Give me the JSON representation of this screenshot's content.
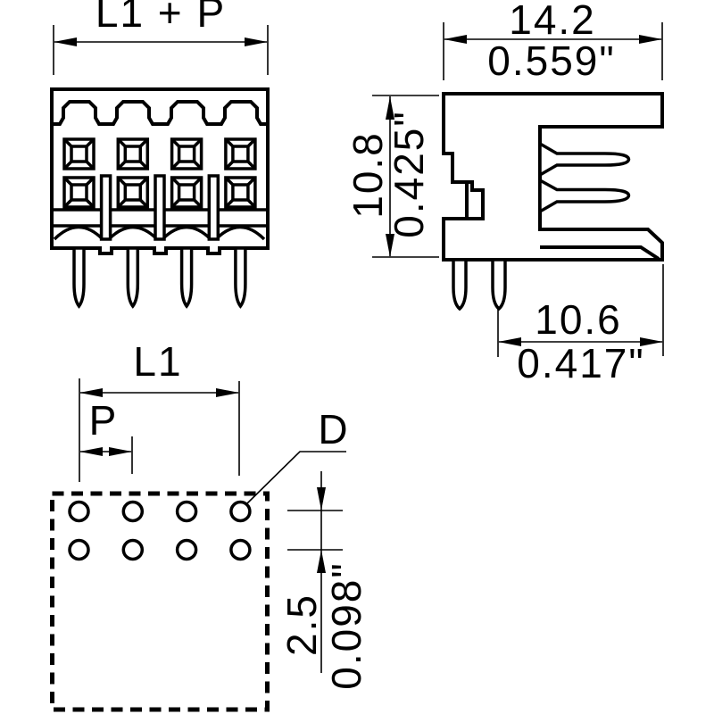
{
  "drawing": {
    "type": "technical-dimension-drawing",
    "colors": {
      "line": "#000000",
      "background": "#ffffff"
    },
    "front_view": {
      "dim_overall_width": "L1 + P",
      "positions": 4,
      "contact_rows": 2
    },
    "side_view": {
      "dim_depth_mm": "14.2",
      "dim_depth_in": "0.559\"",
      "dim_height_mm": "10.8",
      "dim_height_in": "0.425\"",
      "dim_pin_offset_mm": "10.6",
      "dim_pin_offset_in": "0.417\""
    },
    "footprint_view": {
      "dim_span": "L1",
      "dim_pitch": "P",
      "dim_hole_diameter": "D",
      "dim_row_pitch_mm": "2.5",
      "dim_row_pitch_in": "0.098\"",
      "hole_rows": 2,
      "hole_cols": 4
    }
  }
}
